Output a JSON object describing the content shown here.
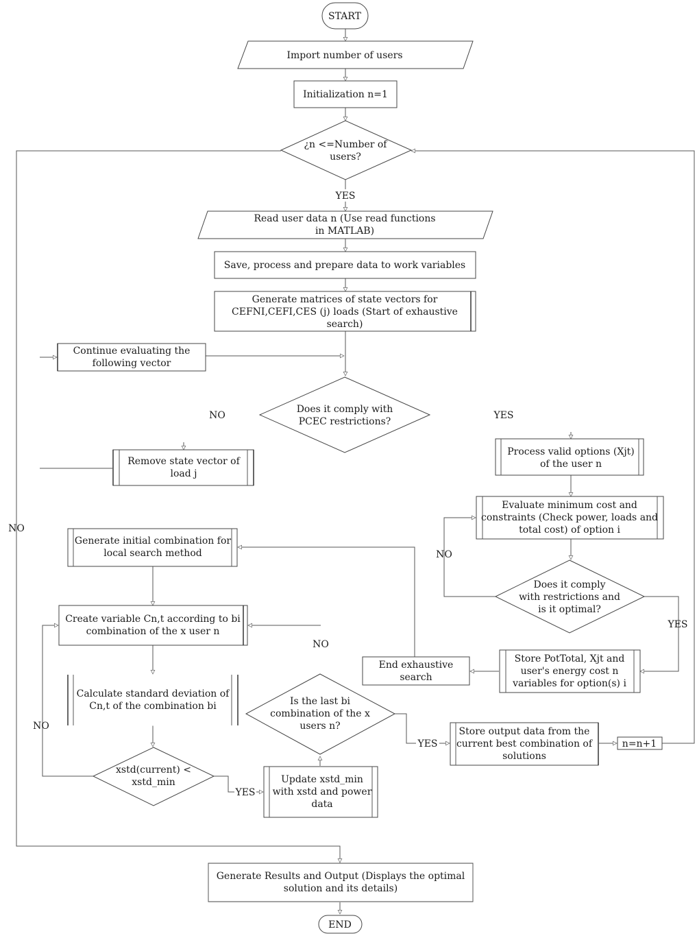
{
  "nodes": {
    "start": "START",
    "import_users": "Import number of users",
    "init": "Initialization n=1",
    "cond_n": [
      "¿n <=Number of",
      "users?"
    ],
    "read_user": [
      "Read user data n (Use read functions",
      "in MATLAB)"
    ],
    "save_process": "Save, process and prepare data to work variables",
    "gen_matrices": [
      "Generate matrices of state vectors for",
      "CEFNI,CEFI,CES (j) loads (Start of exhaustive",
      "search)"
    ],
    "continue_eval": [
      "Continue evaluating the",
      "following vector"
    ],
    "cond_pcec": [
      "Does it comply with",
      "PCEC restrictions?"
    ],
    "remove_vector": [
      "Remove state vector of",
      "load j"
    ],
    "process_valid": [
      "Process valid options (Xjt)",
      "of the user n"
    ],
    "eval_min_cost": [
      "Evaluate minimum cost and",
      "constraints (Check power, loads and",
      "total cost) of option i"
    ],
    "cond_optimal": [
      "Does it comply",
      "with restrictions and",
      "is it optimal?"
    ],
    "store_pot": [
      "Store PotTotal, Xjt and",
      "user's energy cost n",
      "variables for option(s) i"
    ],
    "end_exhaustive": [
      "End exhaustive",
      "search"
    ],
    "gen_initial": [
      "Generate initial combination for",
      "local search method"
    ],
    "create_var": [
      "Create variable Cn,t according to bi",
      "combination of the x user n"
    ],
    "calc_std": [
      "Calculate standard deviation of",
      "Cn,t of the combination bi"
    ],
    "cond_last": [
      "Is the last bi",
      "combination of the x",
      "users n?"
    ],
    "store_output": [
      "Store output data from the",
      "current best combination of",
      "solutions"
    ],
    "increment": "n=n+1",
    "cond_xstd": [
      "xstd(current) <",
      "xstd_min"
    ],
    "update_xstd": [
      "Update xstd_min",
      "with xstd and power",
      "data"
    ],
    "gen_results": [
      "Generate Results and Output (Displays the optimal",
      "solution and its details)"
    ],
    "end": "END"
  },
  "edge_labels": {
    "yes_n": "YES",
    "no_pcec": "NO",
    "yes_pcec": "YES",
    "no_n": "NO",
    "no_optimal": "NO",
    "yes_optimal": "YES",
    "no_last": "NO",
    "yes_last": "YES",
    "no_xstd": "NO",
    "yes_xstd": "YES"
  }
}
